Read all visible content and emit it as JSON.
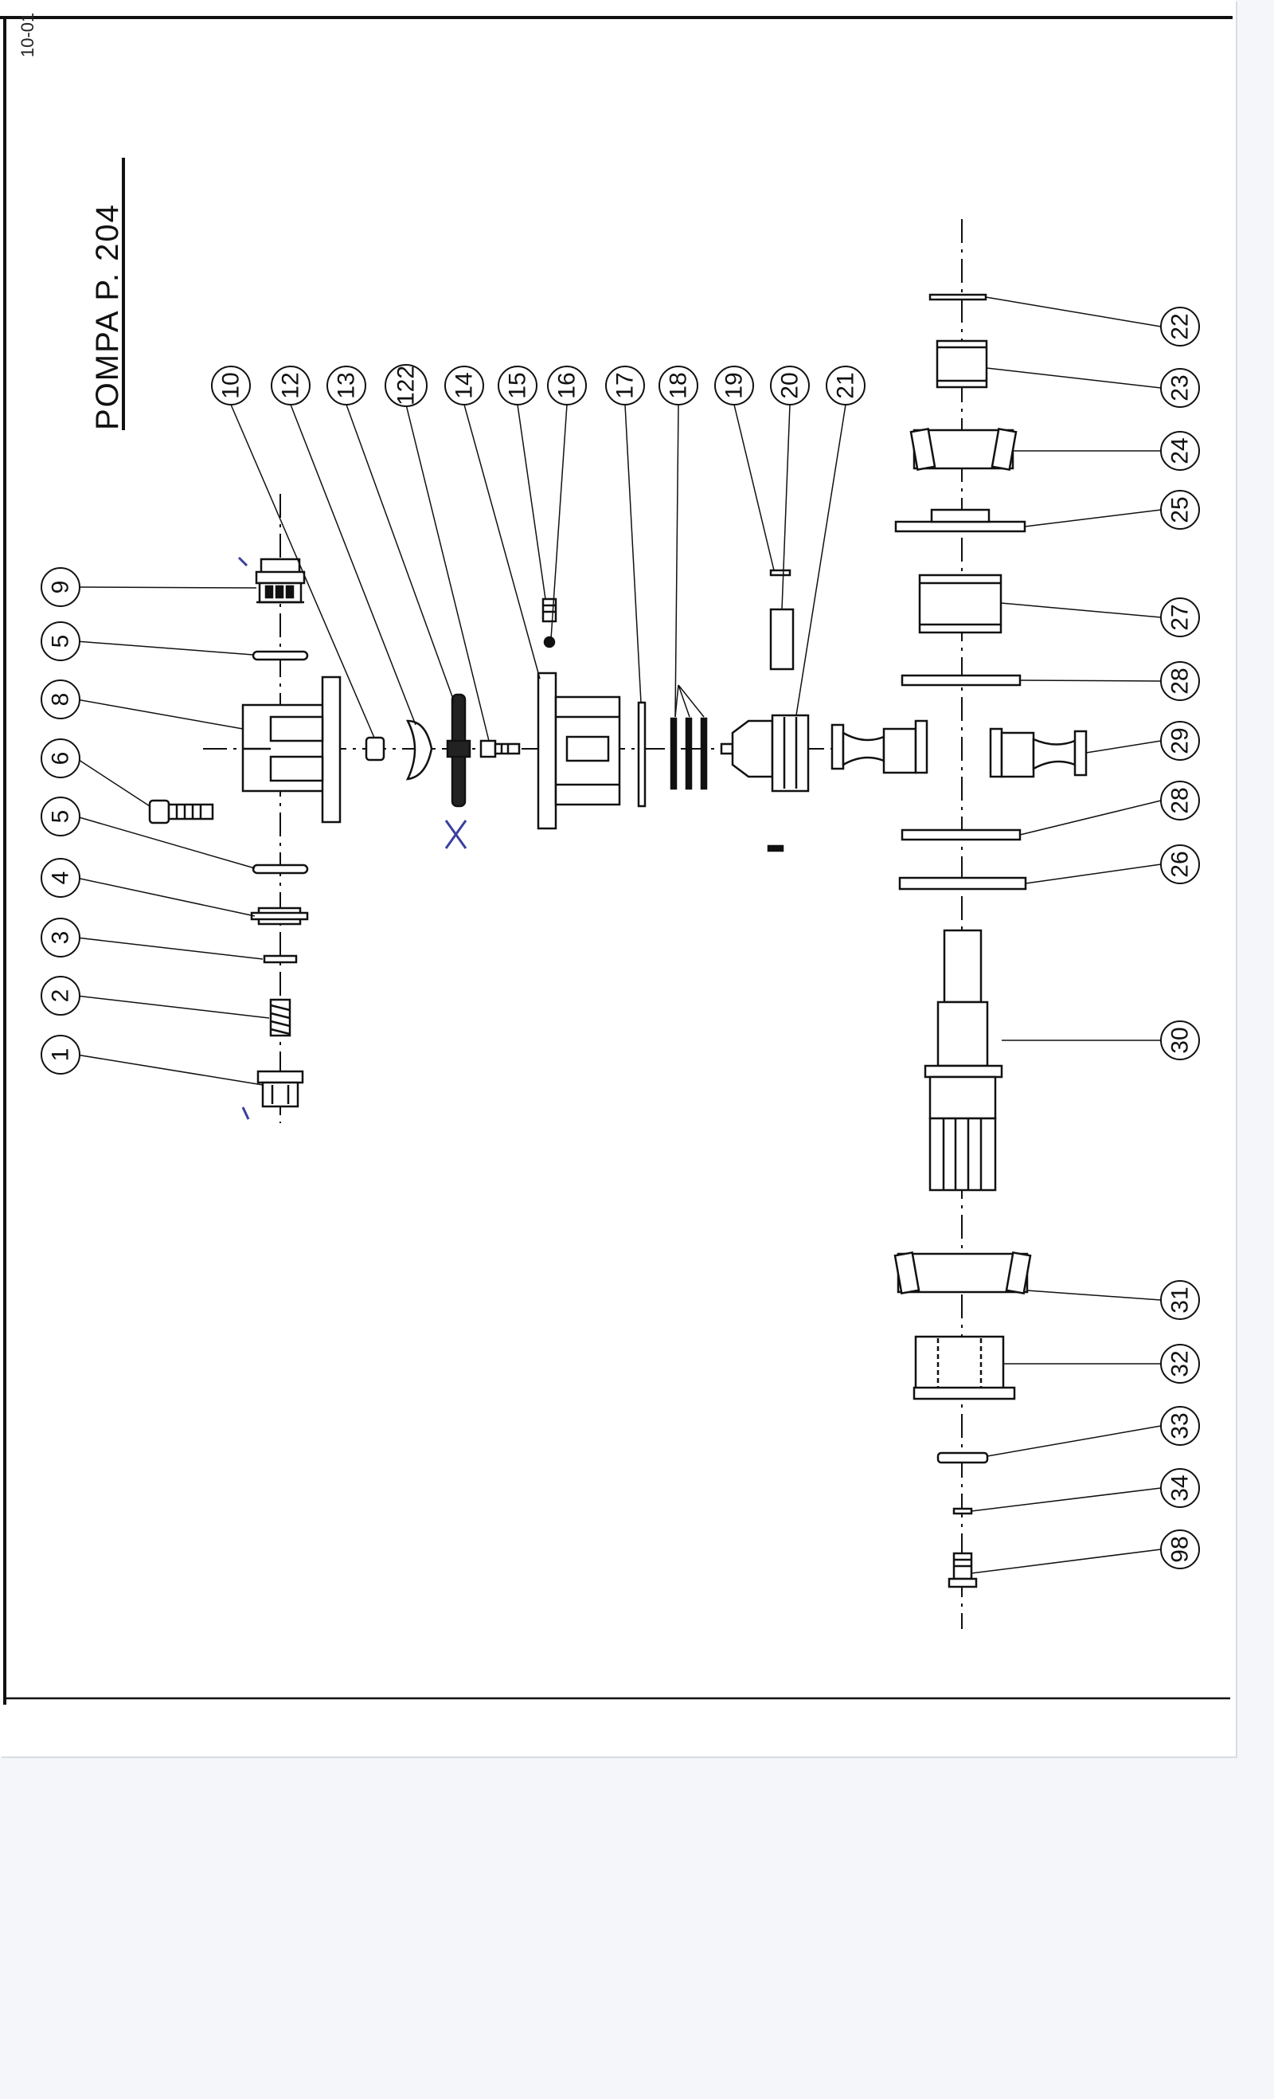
{
  "document": {
    "title": "POMPA P. 204",
    "corner_mark": "10-01"
  },
  "callouts_top_row": [
    "1",
    "2",
    "3",
    "4",
    "5",
    "6",
    "8",
    "5",
    "9"
  ],
  "callouts_middle_row": [
    "10",
    "12",
    "13",
    "122",
    "14",
    "15",
    "16",
    "17",
    "18",
    "19",
    "20",
    "21"
  ],
  "callouts_right_column": [
    "22",
    "23",
    "24",
    "25",
    "27",
    "28",
    "29",
    "28",
    "26",
    "30",
    "31",
    "32",
    "33",
    "34",
    "98"
  ],
  "colors": {
    "ink": "#111111",
    "pen_mark": "#3a3f9e",
    "paper": "#ffffff",
    "background": "#f4f6fa"
  }
}
